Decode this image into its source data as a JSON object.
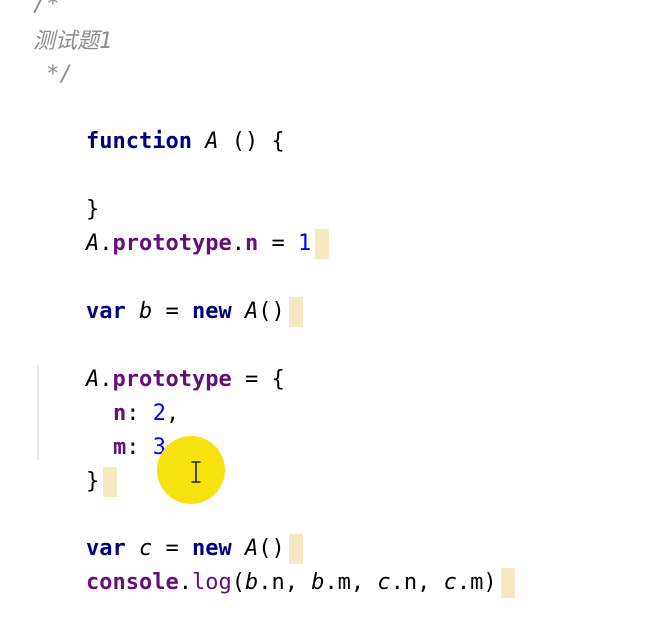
{
  "code": {
    "l1": "/*",
    "l2": "测试题1",
    "l3": " */",
    "l4_kw": "function",
    "l4_fn": "A",
    "l4_rest": " () {",
    "l5": "",
    "l6": "}",
    "l7_a": "A",
    "l7_dot": ".",
    "l7_prop": "prototype",
    "l7_dot2": ".",
    "l7_prop2": "n",
    "l7_eq": " = ",
    "l7_num": "1",
    "l8": "",
    "l9_kw": "var",
    "l9_var": "b",
    "l9_eq": " = ",
    "l9_new": "new",
    "l9_fn": "A",
    "l9_paren": "()",
    "l10": "",
    "l11_a": "A",
    "l11_dot": ".",
    "l11_prop": "prototype",
    "l11_rest": " = {",
    "l12_key": "n",
    "l12_colon": ": ",
    "l12_num": "2",
    "l12_comma": ",",
    "l13_key": "m",
    "l13_colon": ": ",
    "l13_num": "3",
    "l14": "}",
    "l15": "",
    "l16_kw": "var",
    "l16_var": "c",
    "l16_eq": " = ",
    "l16_new": "new",
    "l16_fn": "A",
    "l16_paren": "()",
    "l17_console": "console",
    "l17_dot": ".",
    "l17_log": "log",
    "l17_open": "(",
    "l17_b1": "b",
    "l17_n1": ".n, ",
    "l17_b2": "b",
    "l17_m1": ".m, ",
    "l17_c1": "c",
    "l17_n2": ".n, ",
    "l17_c2": "c",
    "l17_m2": ".m)"
  },
  "colors": {
    "keyword": "#000080",
    "property": "#660e7a",
    "number": "#0000ff",
    "comment": "#8c8c8c",
    "marker": "#f7e8c4",
    "cursor_highlight": "#f7e000"
  },
  "icons": {
    "cursor": "text-cursor-icon"
  }
}
